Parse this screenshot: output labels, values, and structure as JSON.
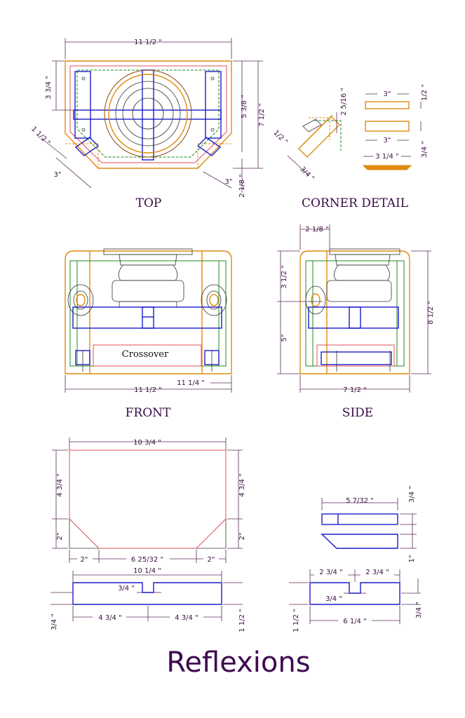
{
  "views": {
    "top": "TOP",
    "corner": "CORNER DETAIL",
    "front": "FRONT",
    "side": "SIDE"
  },
  "brand": "Reflexions",
  "crossover": "Crossover",
  "dims": {
    "top_width": "11 1/2 \"",
    "top_left_depth": "3 3/4 \"",
    "top_right_a": "5 3/8 \"",
    "top_right_b": "7 1/2 \"",
    "top_bevel_a": "1 1/2 \"",
    "top_bevel_b": "3\"",
    "top_bevel_c": "3\"",
    "top_bevel_d": "2 1/8 \"",
    "corner_a": "2 5/16 \"",
    "corner_b": "1/2 \"",
    "corner_c": "3/4 \"",
    "corner_strip_a": "3\"",
    "corner_strip_b": "3\"",
    "corner_strip_c": "3 1/4 \"",
    "corner_half": "1/2 \"",
    "corner_three_quarter": "3/4 \"",
    "side_top": "2 1/8 \"",
    "side_a": "3 1/2 \"",
    "side_b": "5\"",
    "side_height": "8 1/2 \"",
    "front_width": "11 1/4 \"",
    "front_width_total": "11 1/2 \"",
    "side_width": "7 1/2 \"",
    "panel_width": "10 3/4 \"",
    "panel_left_a": "4 3/4 \"",
    "panel_left_b": "2\"",
    "panel_right_a": "4 3/4 \"",
    "panel_right_b": "2\"",
    "panel_bot_a": "2\"",
    "panel_bot_b": "6 25/32 \"",
    "panel_bot_c": "2\"",
    "strip_width": "10 1/4 \"",
    "strip_notch": "3/4 \"",
    "strip_left": "4 3/4 \"",
    "strip_right": "4 3/4 \"",
    "strip_h_left": "3/4 \"",
    "strip_h_right": "1 1/2 \"",
    "small_width": "5 7/32 \"",
    "small_h_a": "3/4 \"",
    "small_h_b": "1\"",
    "brace_a": "2 3/4 \"",
    "brace_b": "2 3/4 \"",
    "brace_notch": "3/4 \"",
    "brace_width": "6 1/4 \"",
    "brace_h_left": "1 1/2 \"",
    "brace_h_right": "3/4 \""
  }
}
